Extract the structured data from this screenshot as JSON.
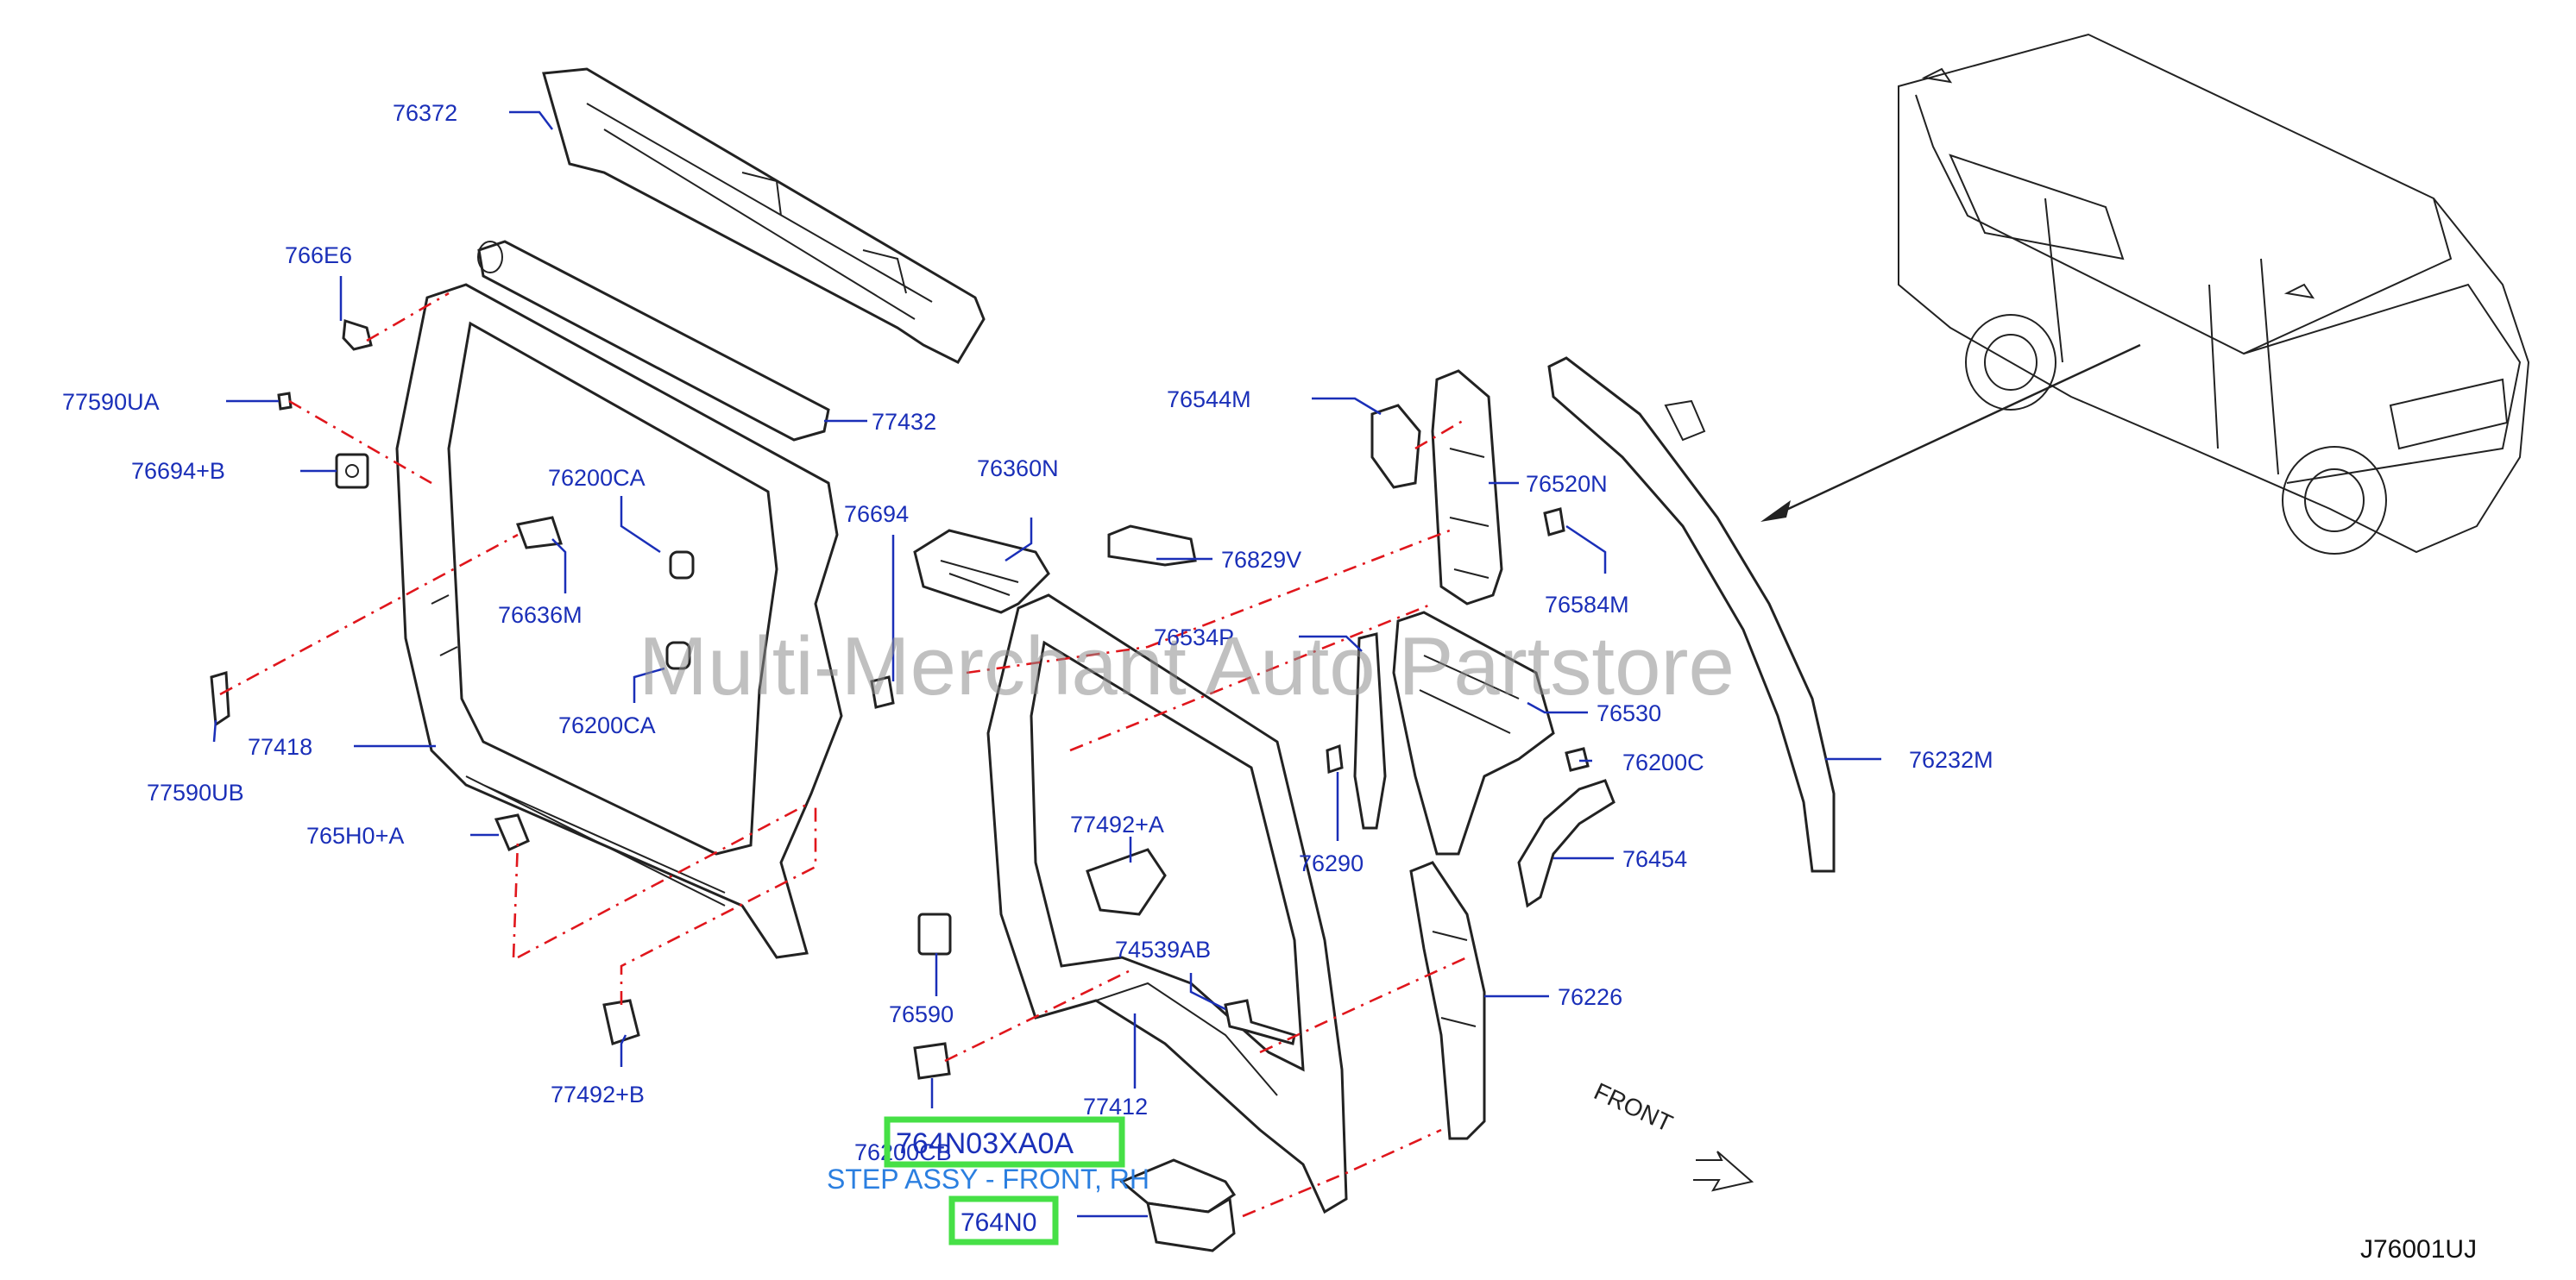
{
  "watermark": "Multi-Merchant Auto Partstore",
  "diagram_code": "J76001UJ",
  "front_label": "FRONT",
  "highlight": {
    "part_number": "764N03XA0A",
    "description": "STEP ASSY - FRONT, RH",
    "callout": "764N0"
  },
  "labels": {
    "l76372": "76372",
    "l766E6": "766E6",
    "l77590UA": "77590UA",
    "l76694B": "76694+B",
    "l77432": "77432",
    "l76200CA_1": "76200CA",
    "l76636M": "76636M",
    "l76200CA_2": "76200CA",
    "l77418": "77418",
    "l77590UB": "77590UB",
    "l765H0A": "765H0+A",
    "l77492B": "77492+B",
    "l76694": "76694",
    "l76360N": "76360N",
    "l76829V": "76829V",
    "l76544M": "76544M",
    "l76520N": "76520N",
    "l76584M": "76584M",
    "l76534P": "76534P",
    "l76530": "76530",
    "l76200C": "76200C",
    "l76290": "76290",
    "l76454": "76454",
    "l77492A": "77492+A",
    "l74539AB": "74539AB",
    "l76590": "76590",
    "l76226": "76226",
    "l77412": "77412",
    "l76200CB": "76200CB",
    "l76232M": "76232M"
  }
}
